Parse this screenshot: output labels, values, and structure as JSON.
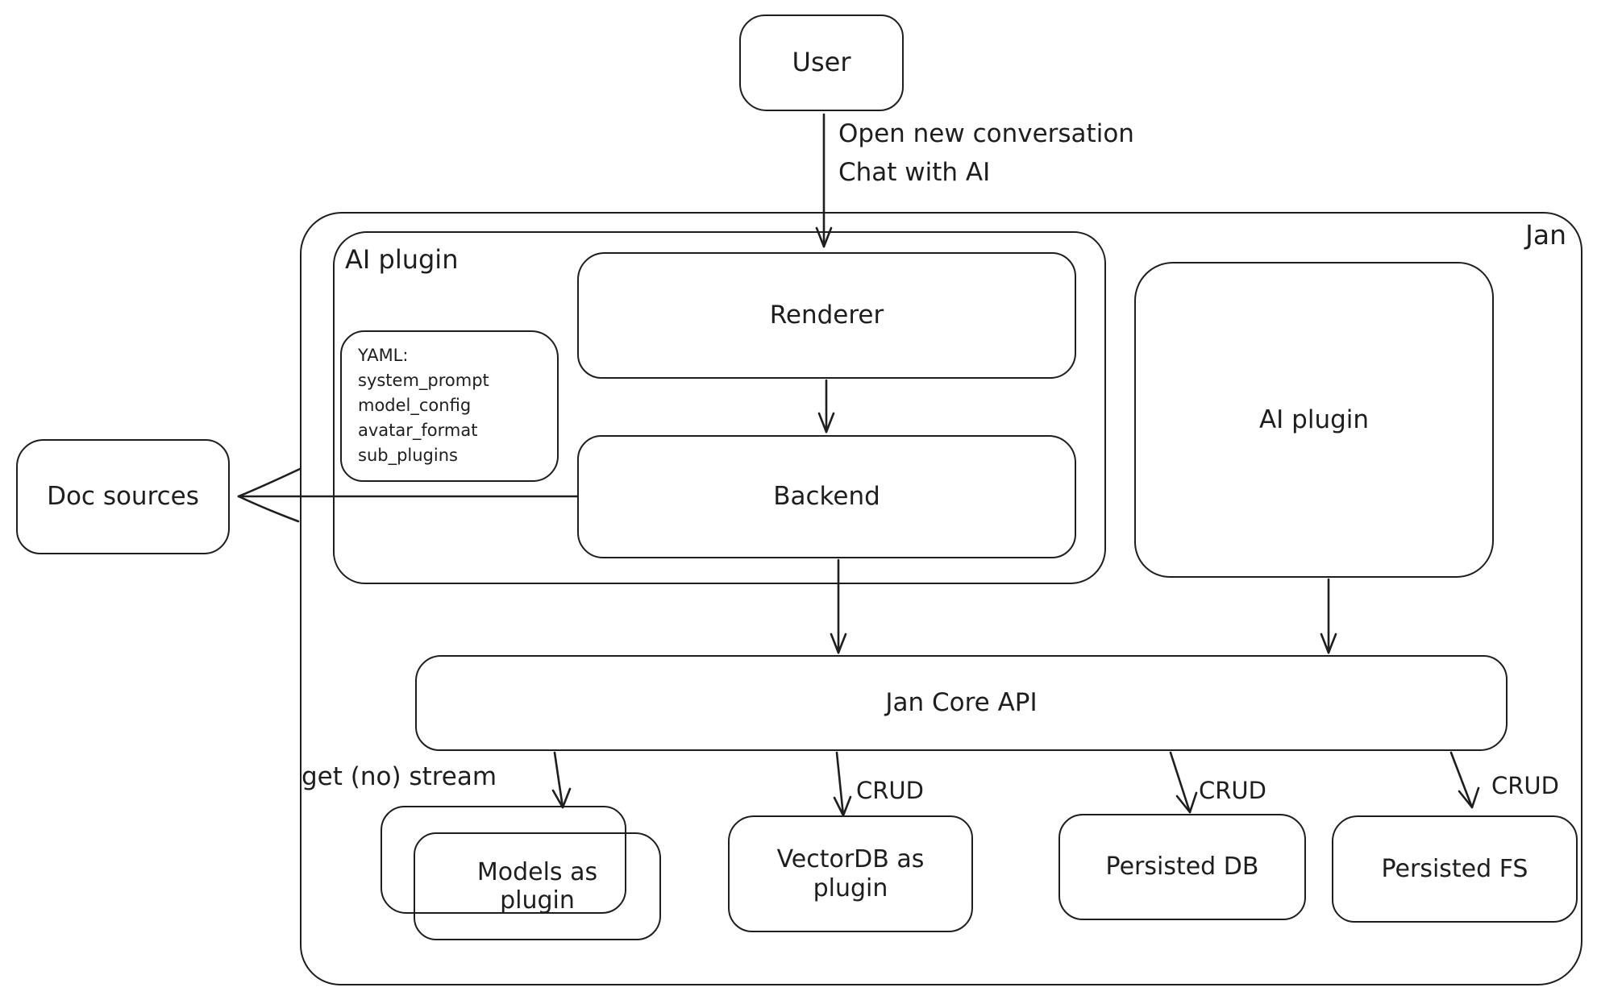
{
  "colors": {
    "stroke": "#1e1e1e",
    "background": "#ffffff"
  },
  "container": {
    "label": "Jan"
  },
  "groups": {
    "ai_plugin": "AI plugin"
  },
  "nodes": {
    "user": "User",
    "renderer": "Renderer",
    "backend": "Backend",
    "doc_sources": "Doc sources",
    "ai_plugin_right": "AI plugin",
    "jan_core_api": "Jan Core API",
    "models_as_plugin": "Models as plugin",
    "vectordb_as_plugin": "VectorDB as plugin",
    "persisted_db": "Persisted DB",
    "persisted_fs": "Persisted FS"
  },
  "yaml_note": {
    "title": "YAML:",
    "lines": [
      "system_prompt",
      "model_config",
      "avatar_format",
      "sub_plugins"
    ]
  },
  "edge_labels": {
    "user_flow_line1": "Open new conversation",
    "user_flow_line2": "Chat with AI",
    "stream": "get (no) stream",
    "crud_vectordb": "CRUD",
    "crud_persisted_db": "CRUD",
    "crud_persisted_fs": "CRUD"
  }
}
